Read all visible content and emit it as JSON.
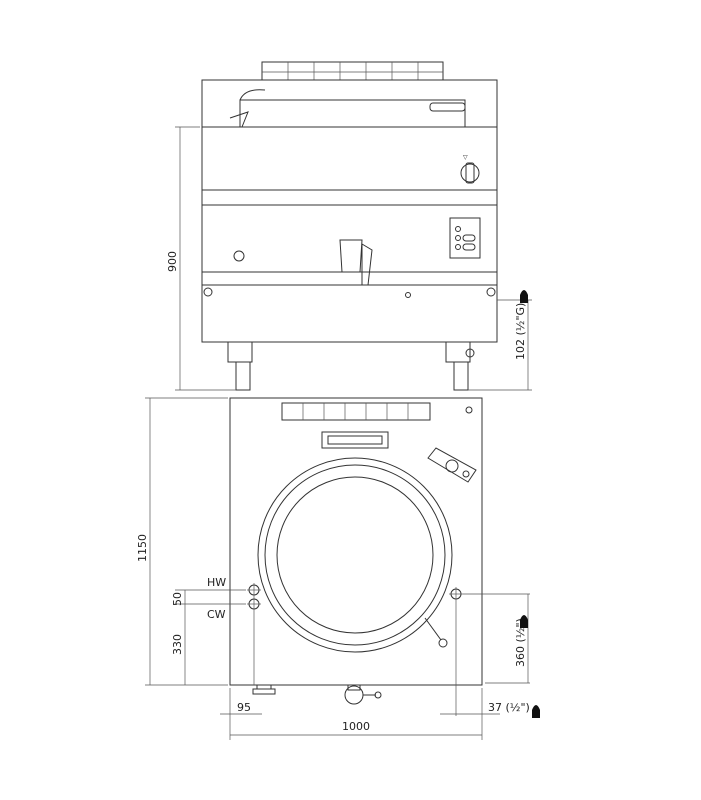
{
  "front_view": {
    "dim_height": "900",
    "dim_outlet": "102 (½\"G)"
  },
  "plan_view": {
    "dim_depth": "1150",
    "dim_width": "1000",
    "hw_label": "HW",
    "cw_label": "CW",
    "dim_hw_cw": "50",
    "dim_cw_edge": "330",
    "dim_drain_left": "95",
    "dim_gas_height": "360 (½\")",
    "dim_gas_side": "37 (½\")"
  },
  "colors": {
    "line": "#333333"
  }
}
